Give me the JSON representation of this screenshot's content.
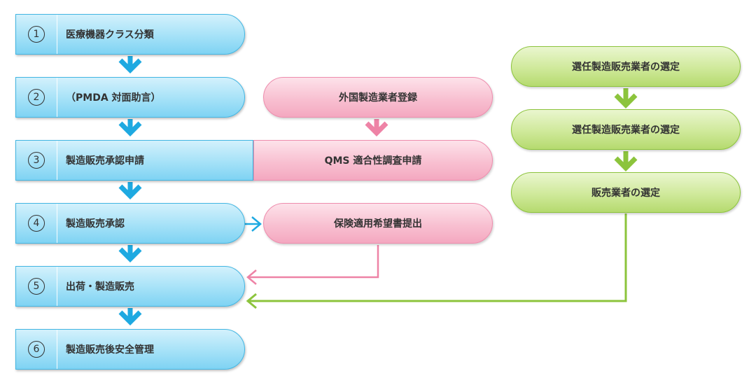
{
  "steps": [
    {
      "num": "1",
      "label": "医療機器クラス分類"
    },
    {
      "num": "2",
      "label": "（PMDA 対面助言）"
    },
    {
      "num": "3",
      "label": "製造販売承認申請"
    },
    {
      "num": "4",
      "label": "製造販売承認"
    },
    {
      "num": "5",
      "label": "出荷・製造販売"
    },
    {
      "num": "6",
      "label": "製造販売後安全管理"
    }
  ],
  "pink": {
    "foreign": "外国製造業者登録",
    "qms": "QMS 適合性調査申請",
    "insurance": "保険適用希望書提出"
  },
  "green": {
    "box1": "選任製造販売業者の選定",
    "box2": "選任製造販売業者の選定",
    "box3": "販売業者の選定"
  },
  "colors": {
    "blue_arrow": "#1ea9e1",
    "pink_arrow": "#ee83a6",
    "green_arrow": "#8cc43c"
  }
}
